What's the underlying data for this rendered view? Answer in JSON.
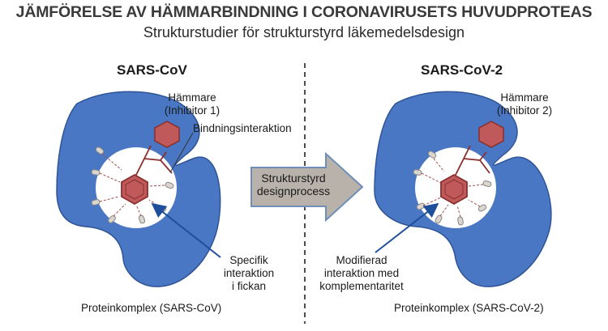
{
  "header": {
    "title": "JÄMFÖRELSE AV HÄMMARBINDNING I CORONAVIRUSETS HUVUDPROTEAS",
    "subtitle": "Strukturstudier för strukturstyrd läkemedelsdesign"
  },
  "left_panel": {
    "title": "SARS-CoV",
    "inhibitor_line1": "Hämmare",
    "inhibitor_line2": "(Inhibitor 1)",
    "binding_label": "Bindningsinteraktion",
    "pocket_line1": "Specifik",
    "pocket_line2": "interaktion",
    "pocket_line3": "i fickan",
    "caption": "Proteinkomplex (SARS-CoV)"
  },
  "center": {
    "arrow_line1": "Strukturstyrd",
    "arrow_line2": "designprocess"
  },
  "right_panel": {
    "title": "SARS-CoV-2",
    "inhibitor_line1": "Hämmare",
    "inhibitor_line2": "(Inhibitor 2)",
    "pocket_line1": "Modifierad",
    "pocket_line2": "interaktion med",
    "pocket_line3": "komplementaritet",
    "caption": "Proteinkomplex (SARS-CoV-2)"
  },
  "colors": {
    "protein": "#4a77c4",
    "protein_outline": "#2f5496",
    "ligand": "#c05a5a",
    "ligand_outline": "#8a2e2e",
    "arrow_fill": "#b8b2ab",
    "arrow_outline": "#6f8fb8",
    "pointer": "#1f4e9a"
  },
  "icons": [
    "protein-blob",
    "benzene-ring",
    "hexagon-ring",
    "design-arrow"
  ]
}
